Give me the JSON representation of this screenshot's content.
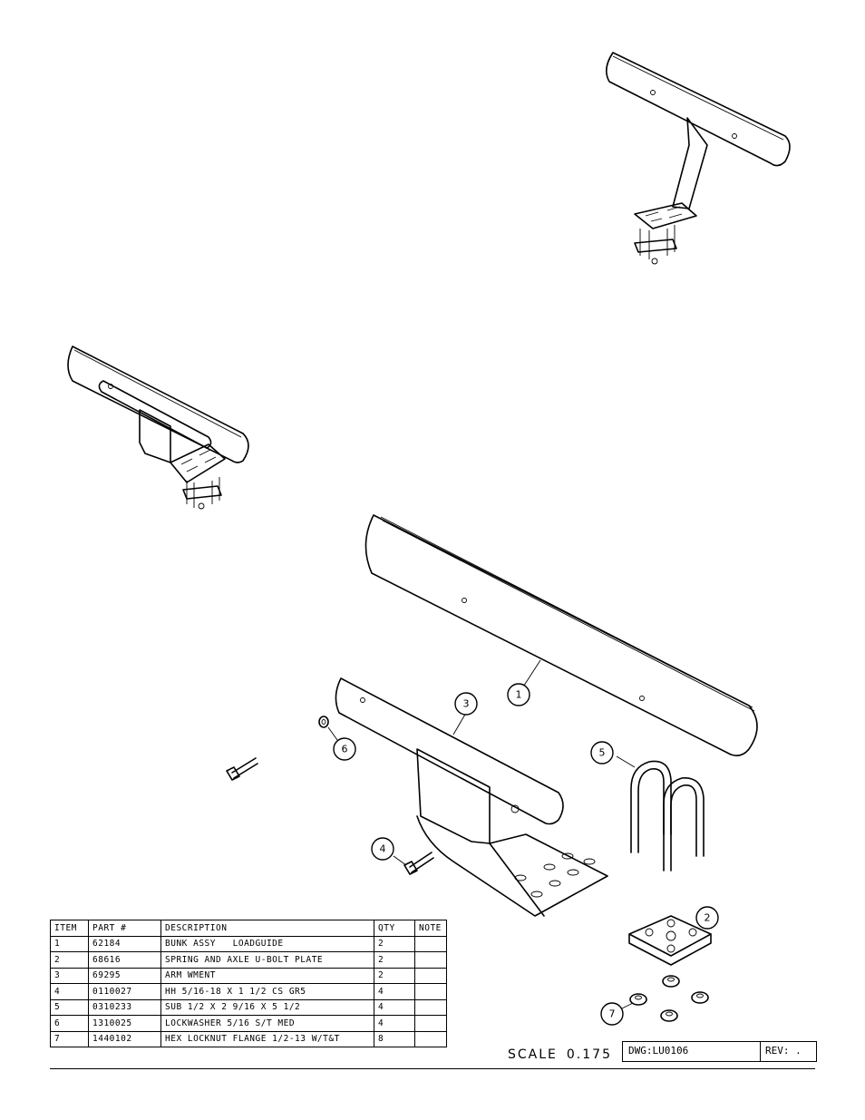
{
  "bom": {
    "headers": [
      "ITEM",
      "PART #",
      "DESCRIPTION",
      "QTY",
      "NOTE"
    ],
    "rows": [
      {
        "item": "1",
        "part": "62184",
        "description": "BUNK ASSY   LOADGUIDE",
        "qty": "2",
        "note": ""
      },
      {
        "item": "2",
        "part": "68616",
        "description": "SPRING AND AXLE U-BOLT PLATE",
        "qty": "2",
        "note": ""
      },
      {
        "item": "3",
        "part": "69295",
        "description": "ARM WMENT",
        "qty": "2",
        "note": ""
      },
      {
        "item": "4",
        "part": "0110027",
        "description": "HH 5/16-18 X 1 1/2 CS GR5",
        "qty": "4",
        "note": ""
      },
      {
        "item": "5",
        "part": "0310233",
        "description": "SUB 1/2 X 2 9/16 X 5 1/2",
        "qty": "4",
        "note": ""
      },
      {
        "item": "6",
        "part": "1310025",
        "description": "LOCKWASHER 5/16 S/T MED",
        "qty": "4",
        "note": ""
      },
      {
        "item": "7",
        "part": "1440102",
        "description": "HEX LOCKNUT FLANGE 1/2-13 W/T&T",
        "qty": "8",
        "note": ""
      }
    ]
  },
  "callouts": {
    "c1": "1",
    "c2": "2",
    "c3": "3",
    "c4": "4",
    "c5": "5",
    "c6": "6",
    "c7": "7"
  },
  "title_block": {
    "scale_label": "SCALE",
    "scale_value": "0.175",
    "dwg": "DWG:LU0106",
    "rev": "REV: ."
  }
}
